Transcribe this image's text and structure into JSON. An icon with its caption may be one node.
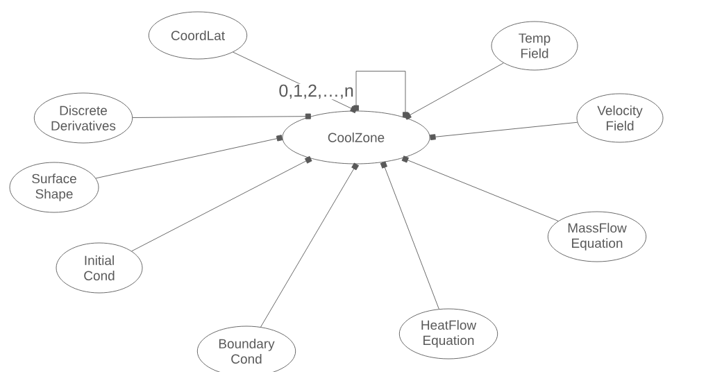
{
  "diagram": {
    "nodes": [
      {
        "text": [
          "CoordLat"
        ]
      },
      {
        "text": [
          "Temp Field"
        ]
      },
      {
        "text": [
          "Discrete Derivatives"
        ]
      },
      {
        "text": [
          "CoolZone"
        ]
      },
      {
        "text": [
          "Velocity Field"
        ]
      },
      {
        "text": [
          "Surface Shape"
        ]
      },
      {
        "text": [
          "MassFlow Equation"
        ]
      },
      {
        "text": [
          "Initial Cond"
        ]
      },
      {
        "text": [
          "HeatFlow Equation"
        ]
      },
      {
        "text": [
          "Boundary Cond"
        ]
      }
    ],
    "edges": [
      {
        "from": 0,
        "to": 3,
        "arrow": "other"
      },
      {
        "from": 1,
        "to": 3,
        "arrow": "other"
      },
      {
        "from": 2,
        "to": 3,
        "arrow": "other"
      },
      {
        "from": 4,
        "to": 3,
        "arrow": "other"
      },
      {
        "from": 5,
        "to": 3,
        "arrow": "other"
      },
      {
        "from": 6,
        "to": 3,
        "arrow": "other"
      },
      {
        "from": 7,
        "to": 3,
        "arrow": "other"
      },
      {
        "from": 8,
        "to": 3,
        "arrow": "other"
      },
      {
        "from": 9,
        "to": 3,
        "arrow": "other"
      },
      {
        "from": 3,
        "to": 3,
        "arrow": "other",
        "label": "0,1,2,…,n"
      }
    ]
  }
}
